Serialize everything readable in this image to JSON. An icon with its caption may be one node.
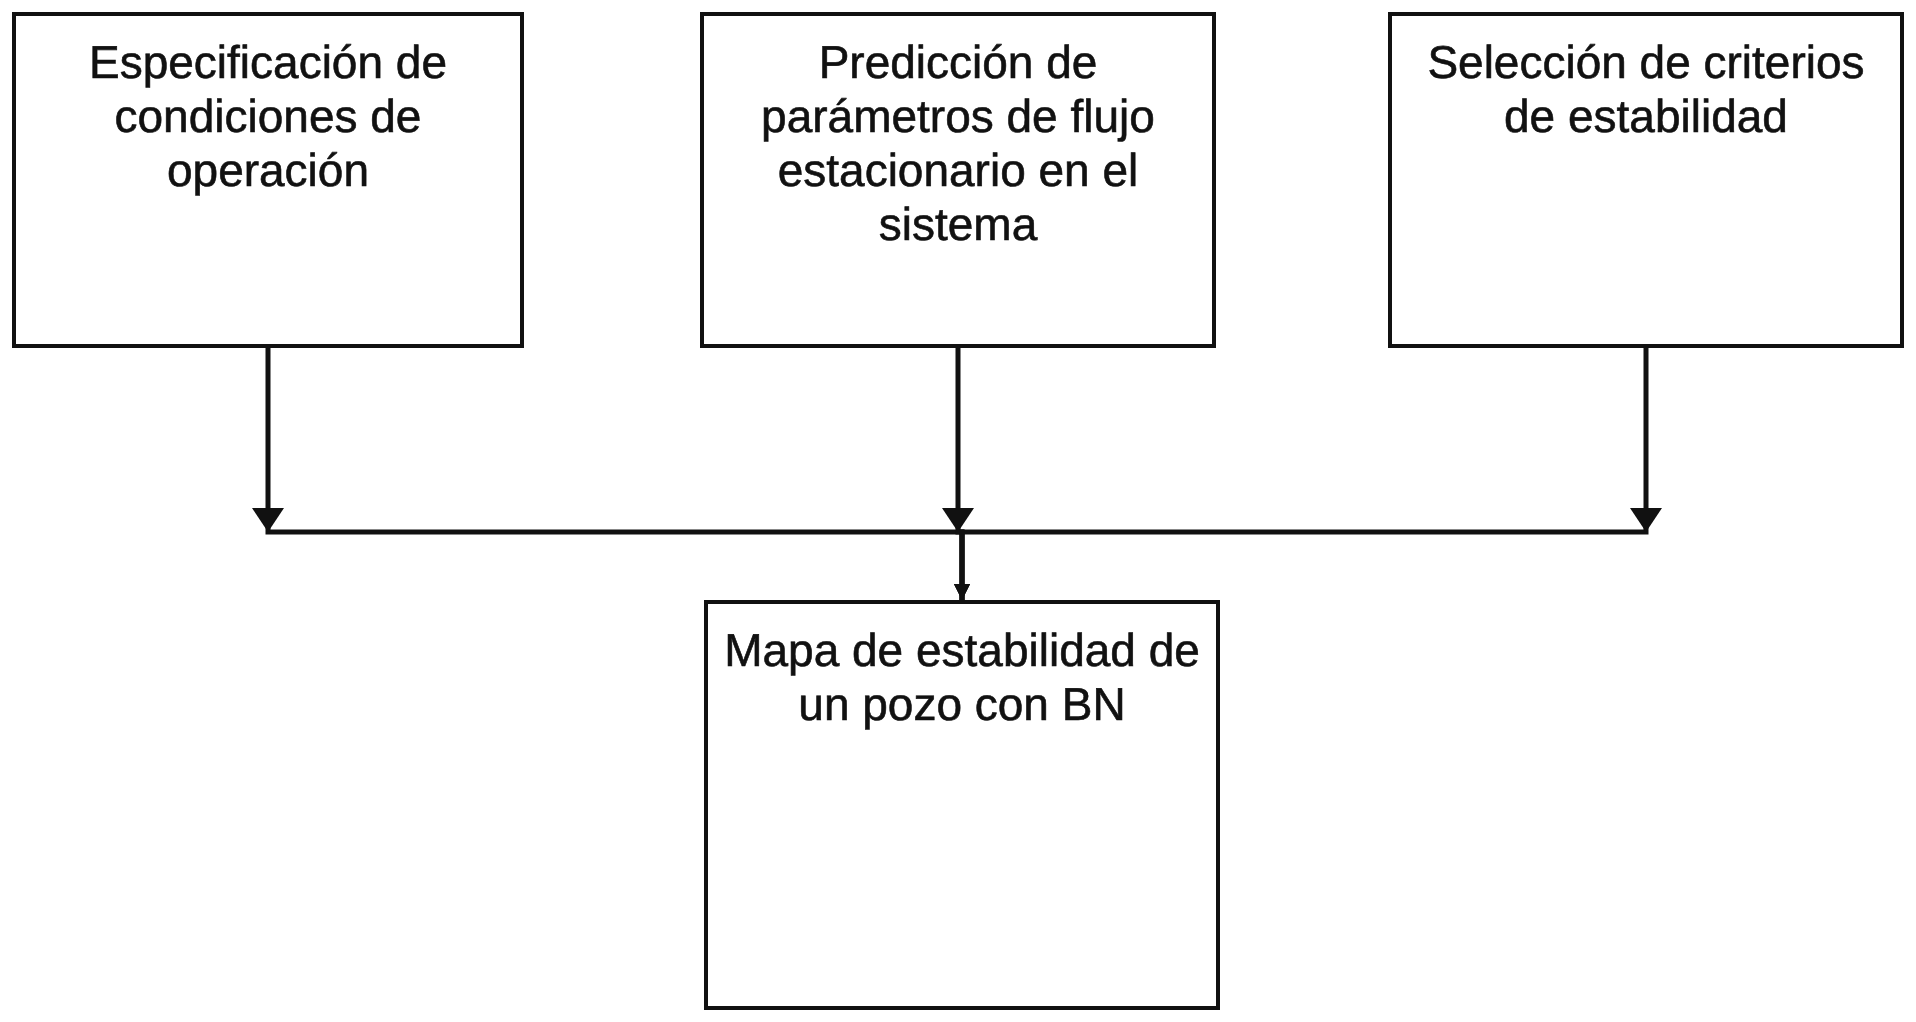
{
  "diagram": {
    "nodes": [
      {
        "text": [
          "Especificación de condiciones de operación"
        ]
      },
      {
        "text": [
          "Predicción de parámetros de flujo estacionario en el sistema"
        ]
      },
      {
        "text": [
          "Selección de criterios de estabilidad"
        ]
      },
      {
        "text": [
          "Mapa de estabilidad de un pozo con BN"
        ]
      }
    ],
    "edges": [
      {
        "from": 0,
        "to": 3,
        "arrow": "to"
      },
      {
        "from": 1,
        "to": 3,
        "arrow": "to"
      },
      {
        "from": 2,
        "to": 3,
        "arrow": "to"
      }
    ]
  }
}
